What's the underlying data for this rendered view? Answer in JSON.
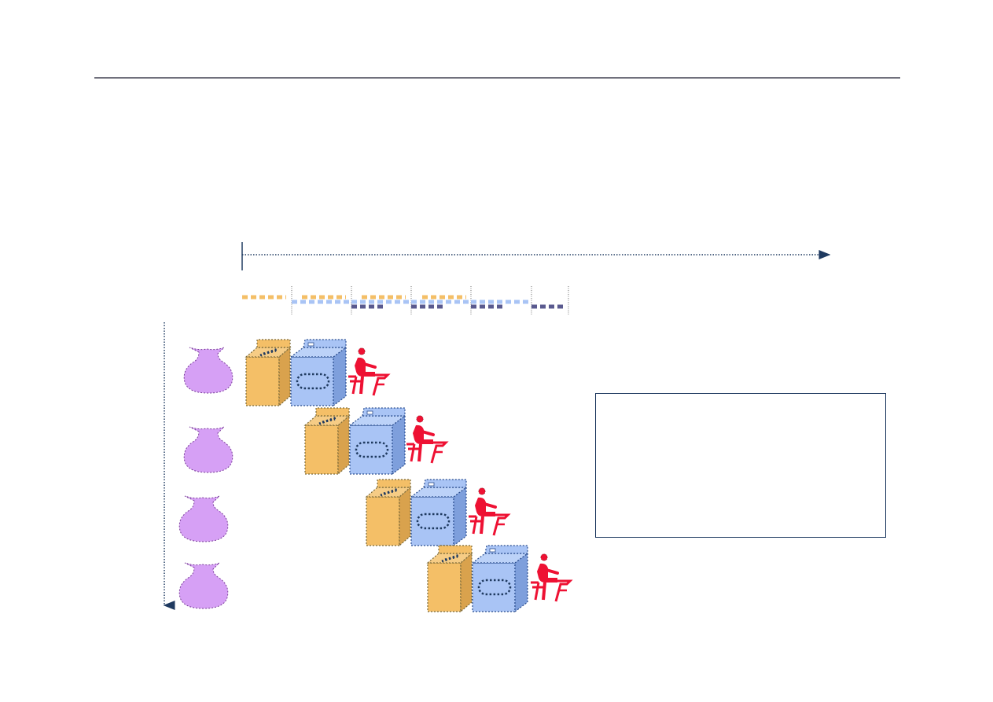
{
  "diagram": {
    "title": "",
    "caption": "",
    "stage_count": 6,
    "loads": [
      {
        "name": "load-1"
      },
      {
        "name": "load-2"
      },
      {
        "name": "load-3"
      },
      {
        "name": "load-4"
      }
    ],
    "colors": {
      "header_rule": "#1a1a2e",
      "axis": "#1f3a60",
      "washer": "#f4bf67",
      "washer_side": "#d9a24d",
      "dryer": "#a9c4f5",
      "dryer_side": "#7e9fdc",
      "folder": "#ee1133",
      "bag": "#d6a0f5",
      "fold_bar": "#5a5a8f"
    },
    "icons": [
      "laundry-bag-icon",
      "washer-icon",
      "dryer-icon",
      "folder-person-icon"
    ]
  }
}
